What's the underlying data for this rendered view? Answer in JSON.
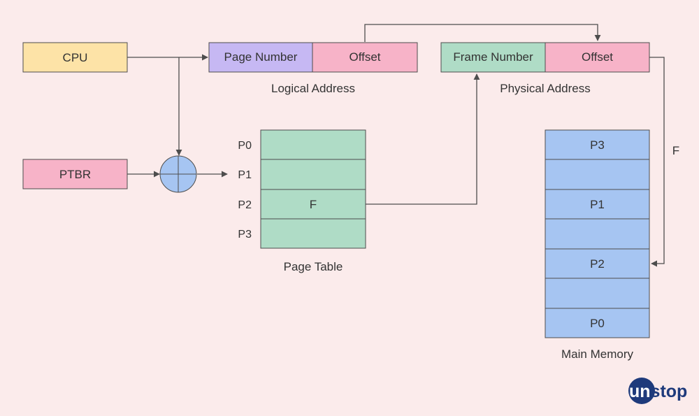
{
  "colors": {
    "background": "#fbebeb",
    "cpu": "#fde3a7",
    "pink": "#f7b3c8",
    "purple": "#c6b8f3",
    "green": "#afdcc6",
    "blue": "#a6c5f2",
    "stroke": "#4d4d4d",
    "logo": "#1e3a7b"
  },
  "cpu": {
    "label": "CPU"
  },
  "ptbr": {
    "label": "PTBR"
  },
  "adder": {
    "icon": "plus-circle-icon"
  },
  "logical_address": {
    "page_number": "Page Number",
    "offset": "Offset",
    "caption": "Logical Address"
  },
  "physical_address": {
    "frame_number": "Frame Number",
    "offset": "Offset",
    "caption": "Physical Address"
  },
  "page_table": {
    "caption": "Page Table",
    "rows": [
      {
        "label": "P0",
        "value": ""
      },
      {
        "label": "P1",
        "value": ""
      },
      {
        "label": "P2",
        "value": "F"
      },
      {
        "label": "P3",
        "value": ""
      }
    ]
  },
  "main_memory": {
    "caption": "Main Memory",
    "cells": [
      "P3",
      "",
      "P1",
      "",
      "P2",
      "",
      "P0"
    ]
  },
  "offset_arrow_label": "F",
  "logo": {
    "text": "unstop"
  }
}
